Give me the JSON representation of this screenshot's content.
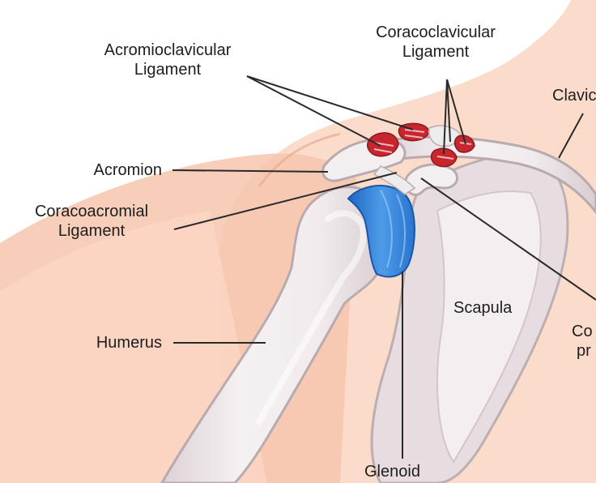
{
  "labels": {
    "acromioclavicular_1": "Acromioclavicular",
    "acromioclavicular_2": "Ligament",
    "coracoclavicular_1": "Coracoclavicular",
    "coracoclavicular_2": "Ligament",
    "clavicle": "Clavic",
    "acromion": "Acromion",
    "coracoacromial_1": "Coracoacromial",
    "coracoacromial_2": "Ligament",
    "humerus": "Humerus",
    "scapula": "Scapula",
    "coracoid_1": "Co",
    "coracoid_2": "pr",
    "glenoid": "Glenoid"
  },
  "colors": {
    "skin_light": "#fbdccb",
    "skin_dark": "#f3b9a0",
    "bone": "#f1ebee",
    "bone_shadow": "#d6cace",
    "bone_outline": "#b9aaae",
    "ligament_red": "#c8262f",
    "cartilage_blue": "#2f7fd6",
    "leader_line": "#2a2a2a"
  }
}
